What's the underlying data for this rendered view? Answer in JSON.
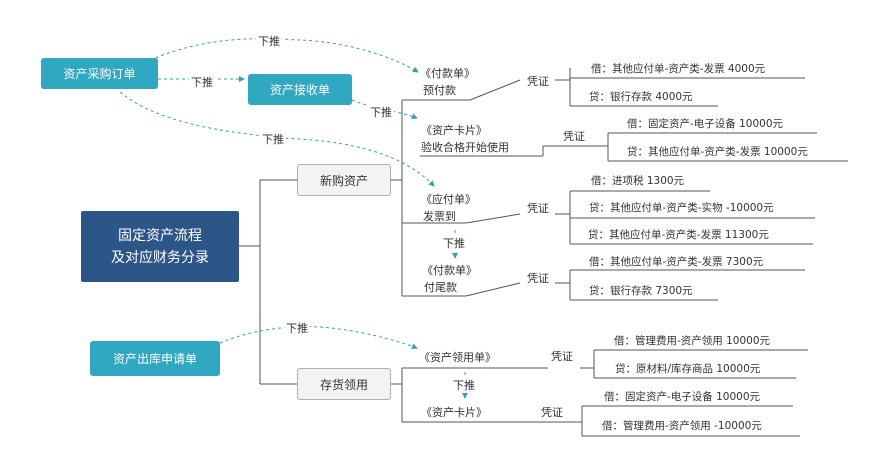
{
  "root": {
    "label": "固定资产流程\n及对应财务分录"
  },
  "sources": {
    "purchase_order": "资产采购订单",
    "receipt": "资产接收单",
    "outbound": "资产出库申请单"
  },
  "branches": {
    "new_purchase": "新购资产",
    "inventory_use": "存货领用"
  },
  "push_label": "下推",
  "voucher_label": "凭证",
  "docs": {
    "payment1_title": "《付款单》",
    "payment1_sub": "预付款",
    "card_title": "《资产卡片》",
    "card_sub": "验收合格开始使用",
    "payable_title": "《应付单》",
    "payable_sub": "发票到",
    "payment2_title": "《付款单》",
    "payment2_sub": "付尾款",
    "use_title": "《资产领用单》",
    "card2_title": "《资产卡片》"
  },
  "entries": {
    "e1": "借：其他应付单-资产类-发票 4000元",
    "e2": "贷：银行存款 4000元",
    "e3": "借：固定资产-电子设备 10000元",
    "e4": "贷：其他应付单-资产类-发票 10000元",
    "e5": "借：进项税 1300元",
    "e6": "贷：其他应付单-资产类-实物 -10000元",
    "e7": "贷：其他应付单-资产类-发票 11300元",
    "e8": "借：其他应付单-资产类-发票 7300元",
    "e9": "贷：银行存款 7300元",
    "e10": "借：管理费用-资产领用 10000元",
    "e11": "贷：原材料/库存商品 10000元",
    "e12": "借：固定资产-电子设备 10000元",
    "e13": "借：管理费用-资产领用 -10000元"
  },
  "colors": {
    "teal": "#31a8c2",
    "navy": "#2d5688",
    "line": "#555555",
    "dash": "#3a9fb5"
  }
}
